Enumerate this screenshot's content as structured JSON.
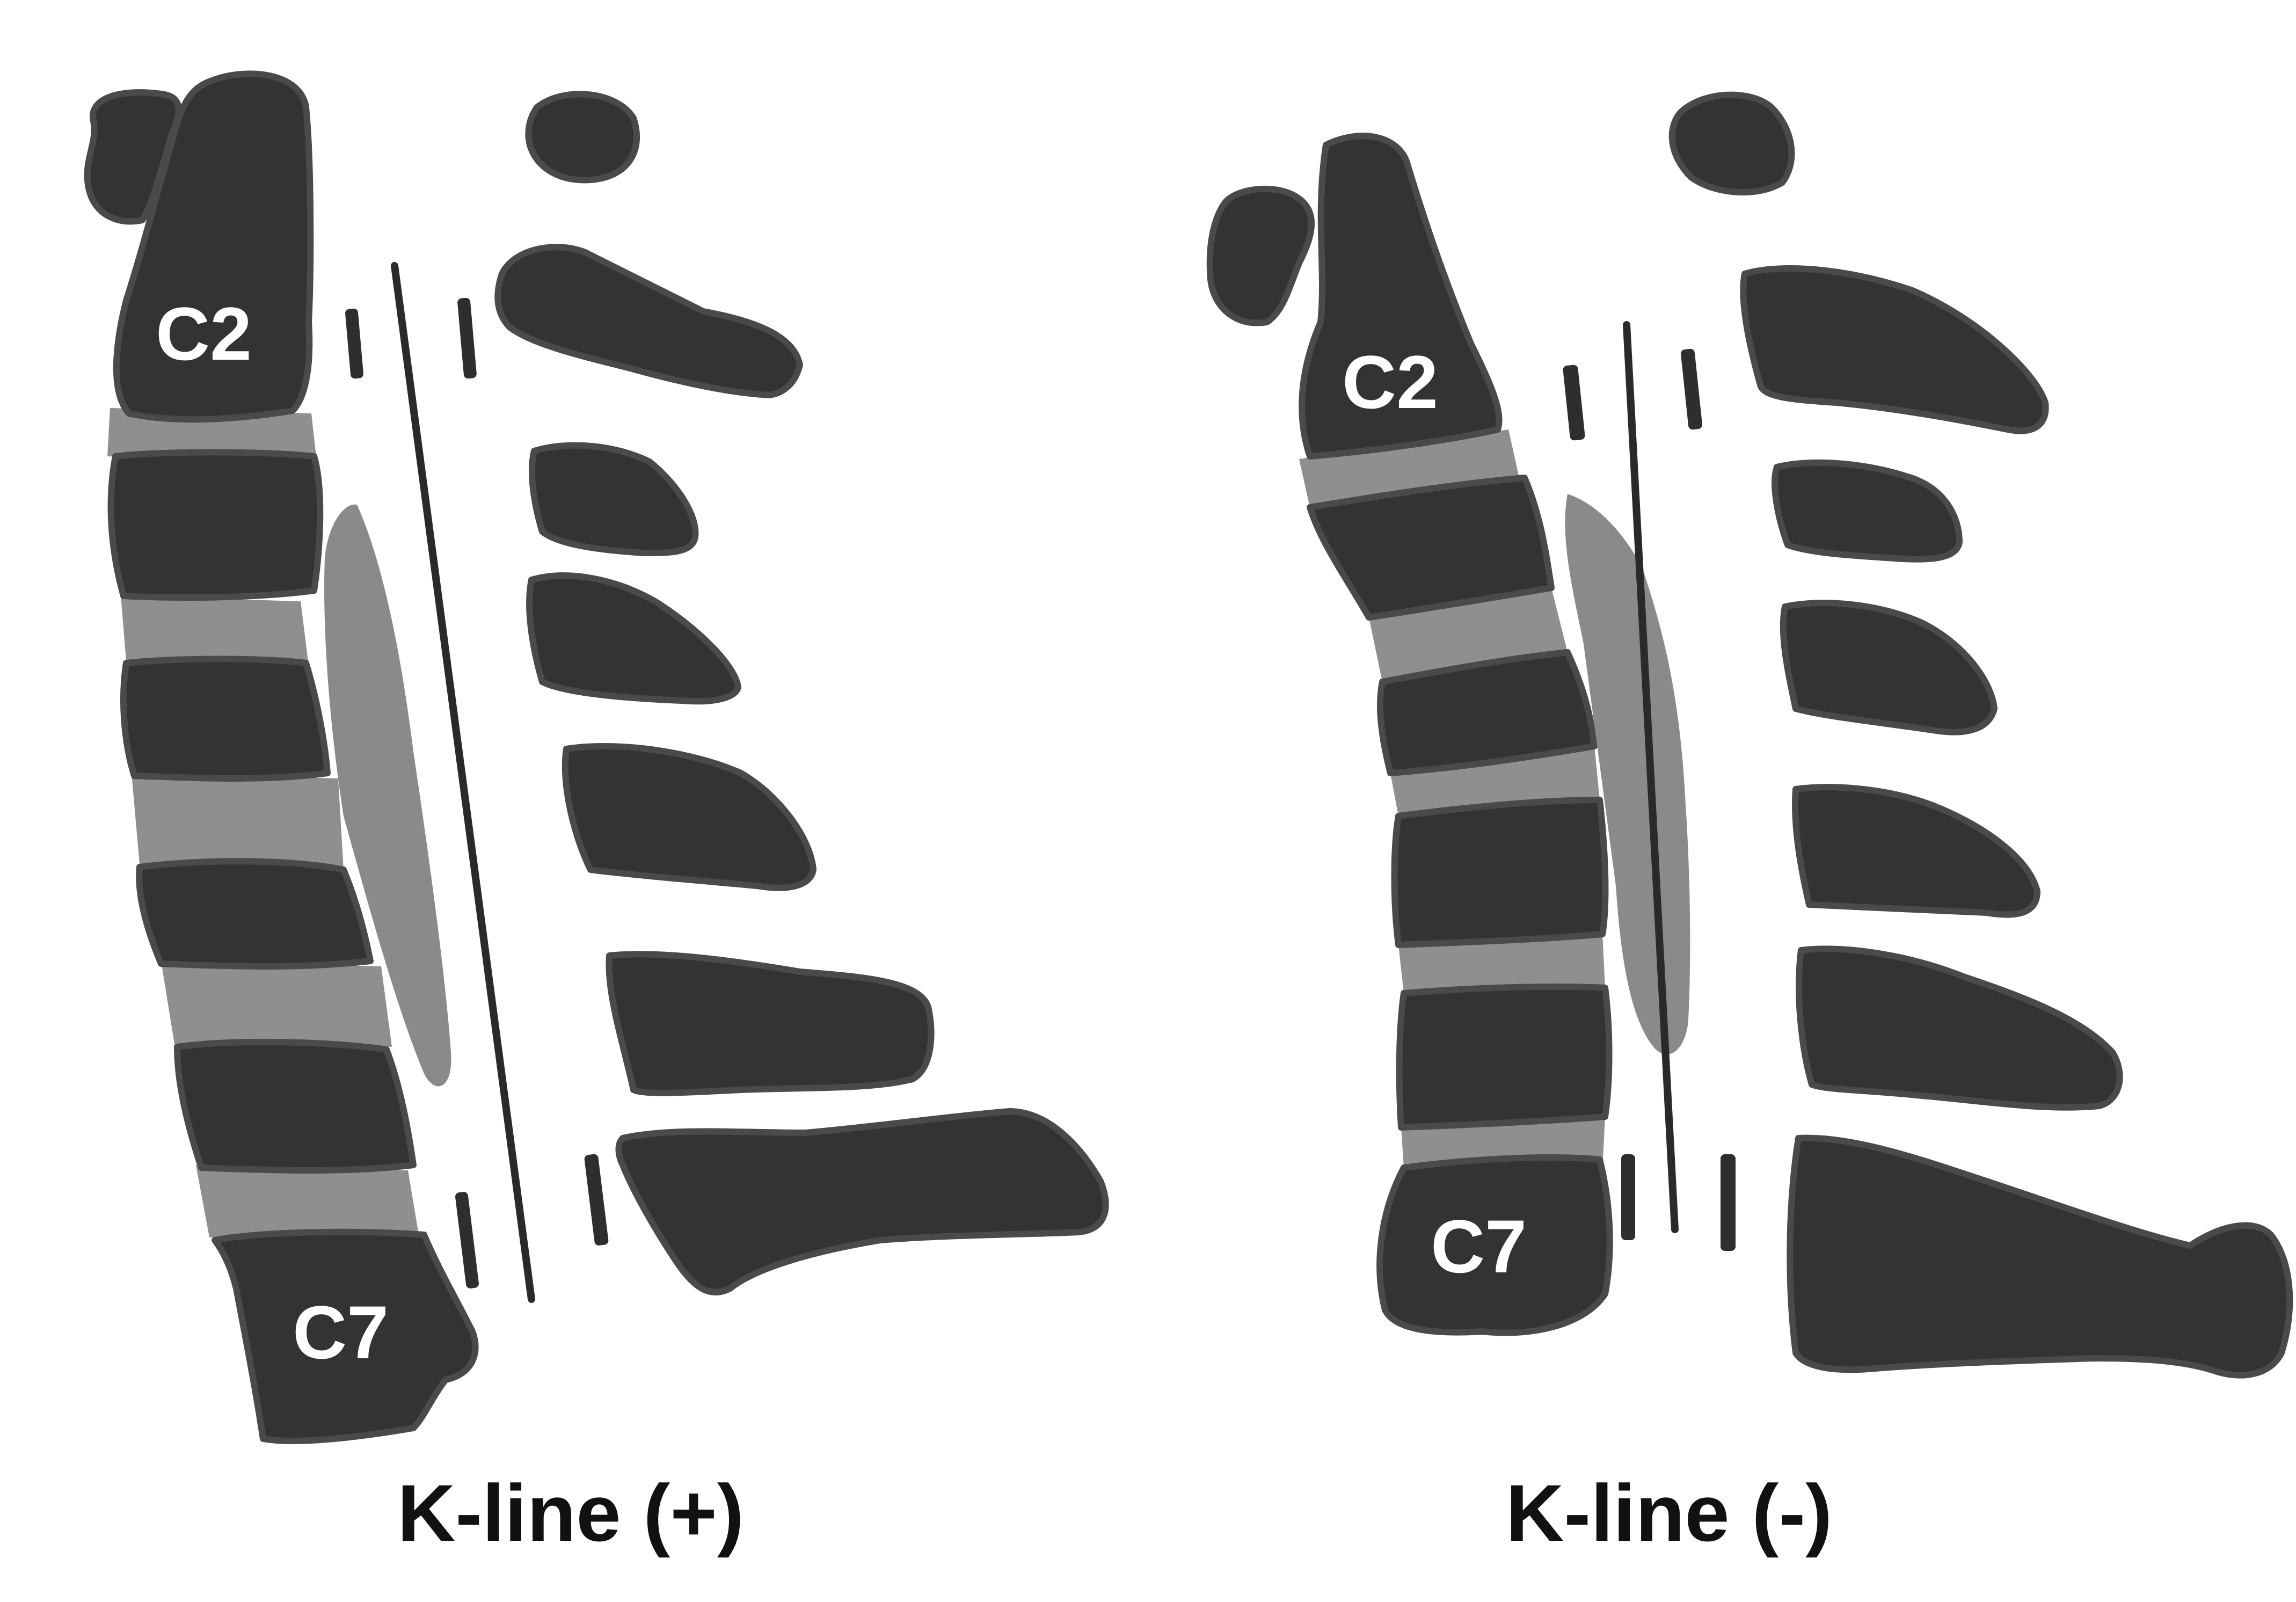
{
  "panels": [
    {
      "caption": "K-line (+)",
      "labels": {
        "upper": "C2",
        "lower": "C7"
      }
    },
    {
      "caption": "K-line (-)",
      "labels": {
        "upper": "C2",
        "lower": "C7"
      }
    }
  ],
  "colors": {
    "bone": "#333333",
    "disc": "#8f8f8f",
    "ossification": "#8a8a8a",
    "background": "#ffffff"
  }
}
